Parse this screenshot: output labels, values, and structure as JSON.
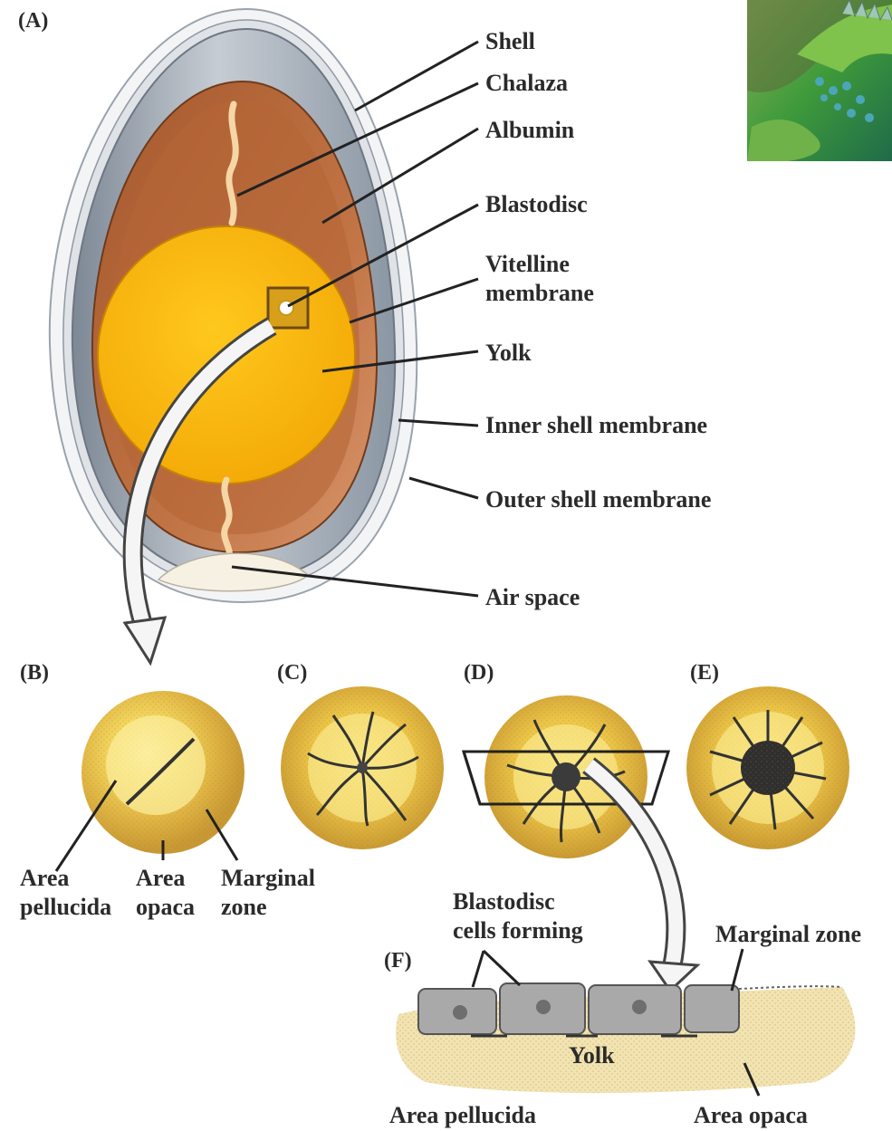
{
  "panels": {
    "a": "(A)",
    "b": "(B)",
    "c": "(C)",
    "d": "(D)",
    "e": "(E)",
    "f": "(F)"
  },
  "egg_labels": {
    "shell": "Shell",
    "chalaza": "Chalaza",
    "albumin": "Albumin",
    "blastodisc": "Blastodisc",
    "vitelline_1": "Vitelline",
    "vitelline_2": "membrane",
    "yolk": "Yolk",
    "inner_shell": "Inner shell membrane",
    "outer_shell": "Outer shell membrane",
    "air_space": "Air space"
  },
  "b_labels": {
    "pellucida_1": "Area",
    "pellucida_2": "pellucida",
    "opaca_1": "Area",
    "opaca_2": "opaca",
    "marginal_1": "Marginal",
    "marginal_2": "zone"
  },
  "f_labels": {
    "blastodisc_cells_1": "Blastodisc",
    "blastodisc_cells_2": "cells forming",
    "marginal_zone": "Marginal zone",
    "yolk": "Yolk",
    "area_pellucida": "Area pellucida",
    "area_opaca": "Area opaca"
  },
  "colors": {
    "yolk": "#fbb811",
    "albumin": "#b8693a",
    "shell_gray": "#9ba4ae",
    "disc_gold": "#e2b84a",
    "cell_gray": "#a9a9a9",
    "iguana_green": "#3e9a3a"
  }
}
